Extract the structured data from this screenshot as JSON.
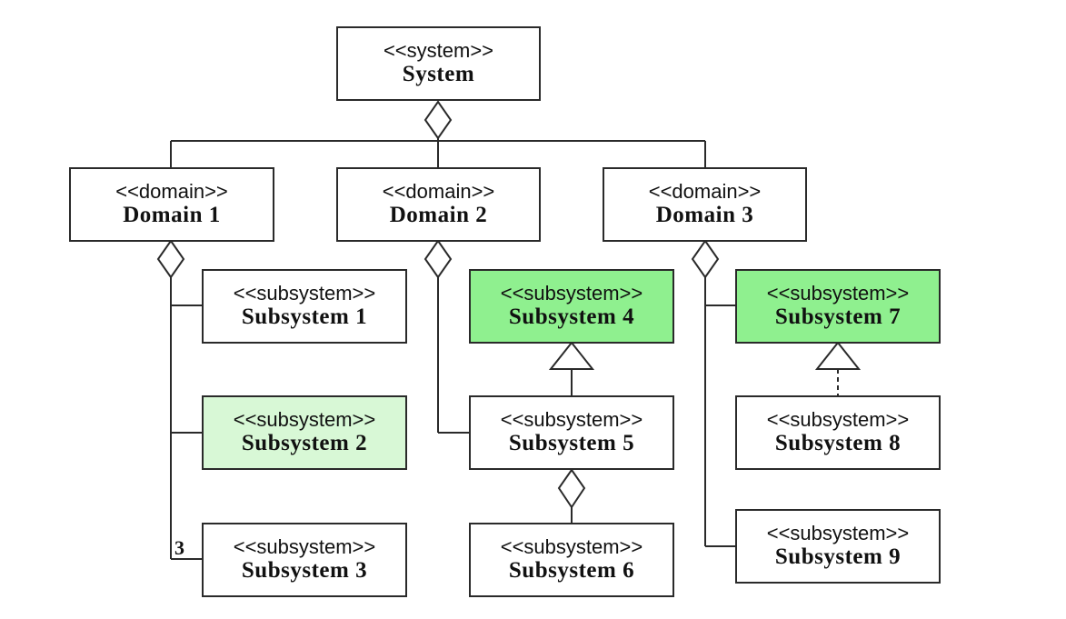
{
  "nodes": {
    "system": {
      "stereotype": "<<system>>",
      "name": "System"
    },
    "domain1": {
      "stereotype": "<<domain>>",
      "name": "Domain 1"
    },
    "domain2": {
      "stereotype": "<<domain>>",
      "name": "Domain 2"
    },
    "domain3": {
      "stereotype": "<<domain>>",
      "name": "Domain 3"
    },
    "subsystem1": {
      "stereotype": "<<subsystem>>",
      "name": "Subsystem 1"
    },
    "subsystem2": {
      "stereotype": "<<subsystem>>",
      "name": "Subsystem 2",
      "fill": "#d8f8d6"
    },
    "subsystem3": {
      "stereotype": "<<subsystem>>",
      "name": "Subsystem 3"
    },
    "subsystem4": {
      "stereotype": "<<subsystem>>",
      "name": "Subsystem 4",
      "fill": "#8ff08f"
    },
    "subsystem5": {
      "stereotype": "<<subsystem>>",
      "name": "Subsystem 5"
    },
    "subsystem6": {
      "stereotype": "<<subsystem>>",
      "name": "Subsystem 6"
    },
    "subsystem7": {
      "stereotype": "<<subsystem>>",
      "name": "Subsystem 7",
      "fill": "#8ff08f"
    },
    "subsystem8": {
      "stereotype": "<<subsystem>>",
      "name": "Subsystem 8"
    },
    "subsystem9": {
      "stereotype": "<<subsystem>>",
      "name": "Subsystem 9"
    }
  },
  "multiplicities": {
    "subsystem3": "3"
  },
  "edges": [
    {
      "from": "system",
      "to": "domain1",
      "type": "aggregation"
    },
    {
      "from": "system",
      "to": "domain2",
      "type": "aggregation"
    },
    {
      "from": "system",
      "to": "domain3",
      "type": "aggregation"
    },
    {
      "from": "domain1",
      "to": "subsystem1",
      "type": "aggregation"
    },
    {
      "from": "domain1",
      "to": "subsystem2",
      "type": "aggregation"
    },
    {
      "from": "domain1",
      "to": "subsystem3",
      "type": "aggregation"
    },
    {
      "from": "domain2",
      "to": "subsystem5",
      "type": "aggregation"
    },
    {
      "from": "subsystem5",
      "to": "subsystem4",
      "type": "generalization"
    },
    {
      "from": "subsystem5",
      "to": "subsystem6",
      "type": "aggregation"
    },
    {
      "from": "domain3",
      "to": "subsystem7",
      "type": "aggregation"
    },
    {
      "from": "domain3",
      "to": "subsystem9",
      "type": "aggregation"
    },
    {
      "from": "subsystem8",
      "to": "subsystem7",
      "type": "realization"
    }
  ]
}
